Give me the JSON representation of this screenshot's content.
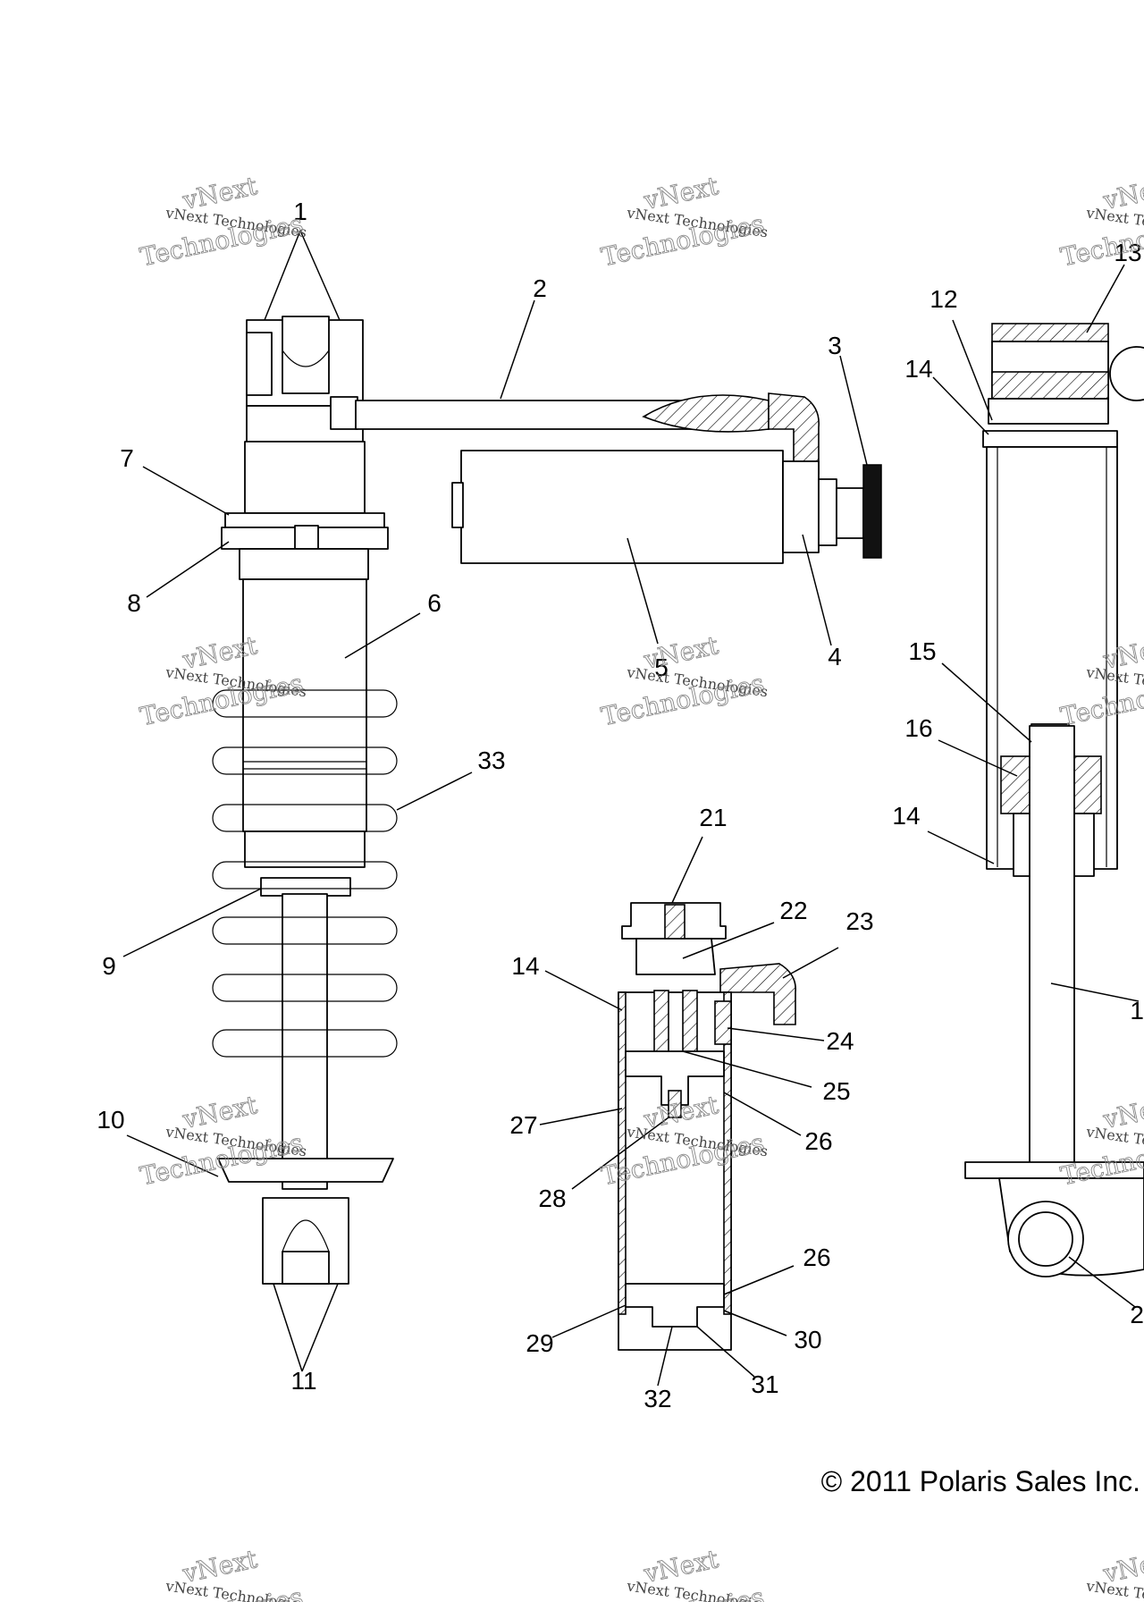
{
  "diagram": {
    "callouts": [
      {
        "id": "c1",
        "label": "1"
      },
      {
        "id": "c2",
        "label": "2"
      },
      {
        "id": "c3",
        "label": "3"
      },
      {
        "id": "c4",
        "label": "4"
      },
      {
        "id": "c5",
        "label": "5"
      },
      {
        "id": "c6",
        "label": "6"
      },
      {
        "id": "c7",
        "label": "7"
      },
      {
        "id": "c8",
        "label": "8"
      },
      {
        "id": "c9",
        "label": "9"
      },
      {
        "id": "c10",
        "label": "10"
      },
      {
        "id": "c11",
        "label": "11"
      },
      {
        "id": "c12",
        "label": "12"
      },
      {
        "id": "c13",
        "label": "13"
      },
      {
        "id": "c14a",
        "label": "14"
      },
      {
        "id": "c14b",
        "label": "14"
      },
      {
        "id": "c14c",
        "label": "14"
      },
      {
        "id": "c15",
        "label": "15"
      },
      {
        "id": "c16",
        "label": "16"
      },
      {
        "id": "c21",
        "label": "21"
      },
      {
        "id": "c22",
        "label": "22"
      },
      {
        "id": "c23",
        "label": "23"
      },
      {
        "id": "c24",
        "label": "24"
      },
      {
        "id": "c25",
        "label": "25"
      },
      {
        "id": "c26a",
        "label": "26"
      },
      {
        "id": "c26b",
        "label": "26"
      },
      {
        "id": "c27",
        "label": "27"
      },
      {
        "id": "c28",
        "label": "28"
      },
      {
        "id": "c29",
        "label": "29"
      },
      {
        "id": "c30",
        "label": "30"
      },
      {
        "id": "c31",
        "label": "31"
      },
      {
        "id": "c32",
        "label": "32"
      },
      {
        "id": "c33",
        "label": "33"
      },
      {
        "id": "c1r",
        "label": "1"
      },
      {
        "id": "c2r",
        "label": "2"
      }
    ]
  },
  "watermark": {
    "line1": "vNext Technologies",
    "line2": "vNext",
    "line3": "Technologies"
  },
  "copyright": "© 2011 Polaris Sales Inc."
}
